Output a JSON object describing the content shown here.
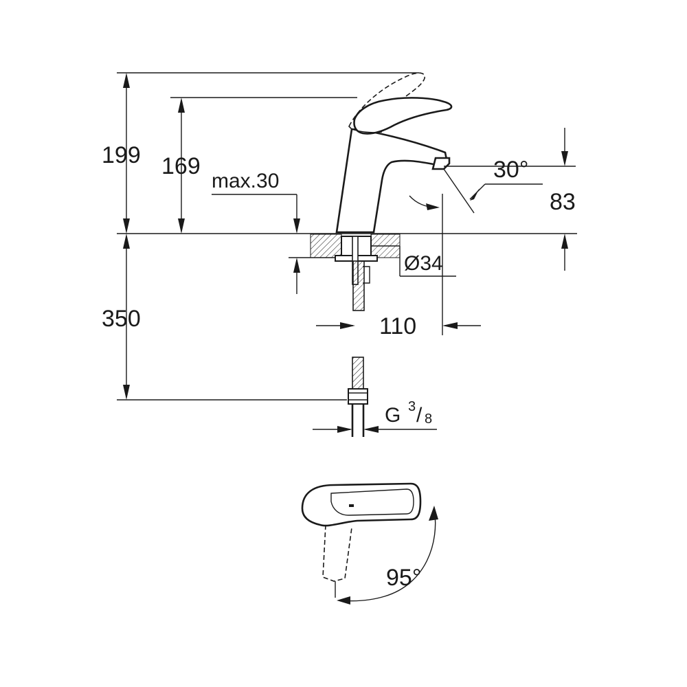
{
  "dimensions": {
    "total_height": "199",
    "spout_height": "169",
    "max_deck_thickness": "max.30",
    "spout_angle": "30°",
    "spout_reach": "83",
    "hole_diameter": "Ø34",
    "hose_length": "350",
    "center_to_spout": "110",
    "connection_thread_prefix": "G",
    "connection_thread_num": "3",
    "connection_thread_den": "8",
    "lever_rotation": "95°"
  }
}
